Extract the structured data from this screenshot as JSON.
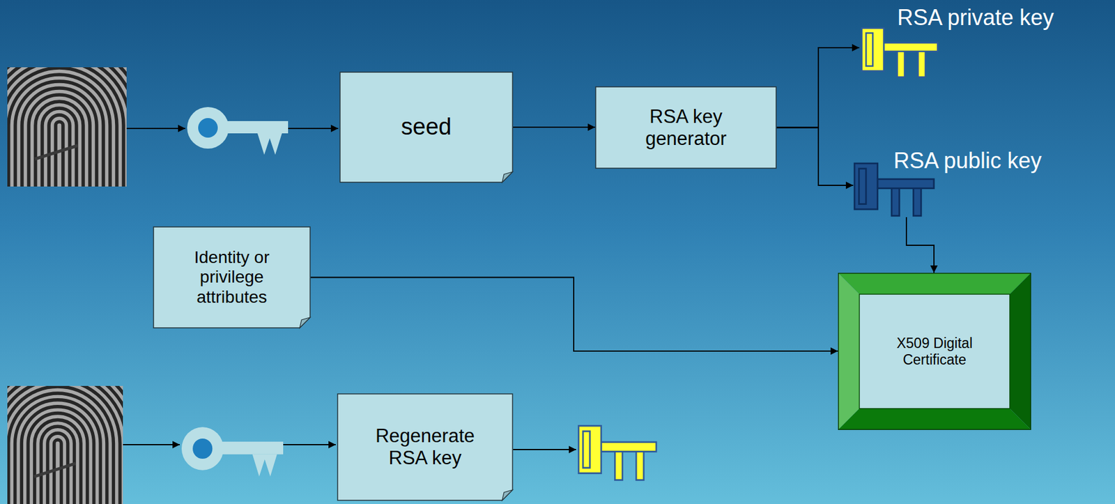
{
  "diagram": {
    "nodes": [
      {
        "text": [
          "seed"
        ]
      },
      {
        "text": [
          "RSA key generator"
        ]
      },
      {
        "text": [
          "RSA private key"
        ]
      },
      {
        "text": [
          "RSA public key"
        ]
      },
      {
        "text": [
          "Identity or privilege attributes"
        ]
      },
      {
        "text": [
          "X509 Digital Certificate"
        ]
      },
      {
        "text": [
          "Regenerate RSA key"
        ]
      }
    ],
    "edges": [
      {
        "from": 0,
        "to": 1,
        "arrow": "to"
      },
      {
        "from": 1,
        "to": 2,
        "arrow": "to"
      },
      {
        "from": 1,
        "to": 3,
        "arrow": "to"
      },
      {
        "from": 3,
        "to": 5,
        "arrow": "to"
      },
      {
        "from": 4,
        "to": 5,
        "arrow": "to"
      }
    ]
  }
}
